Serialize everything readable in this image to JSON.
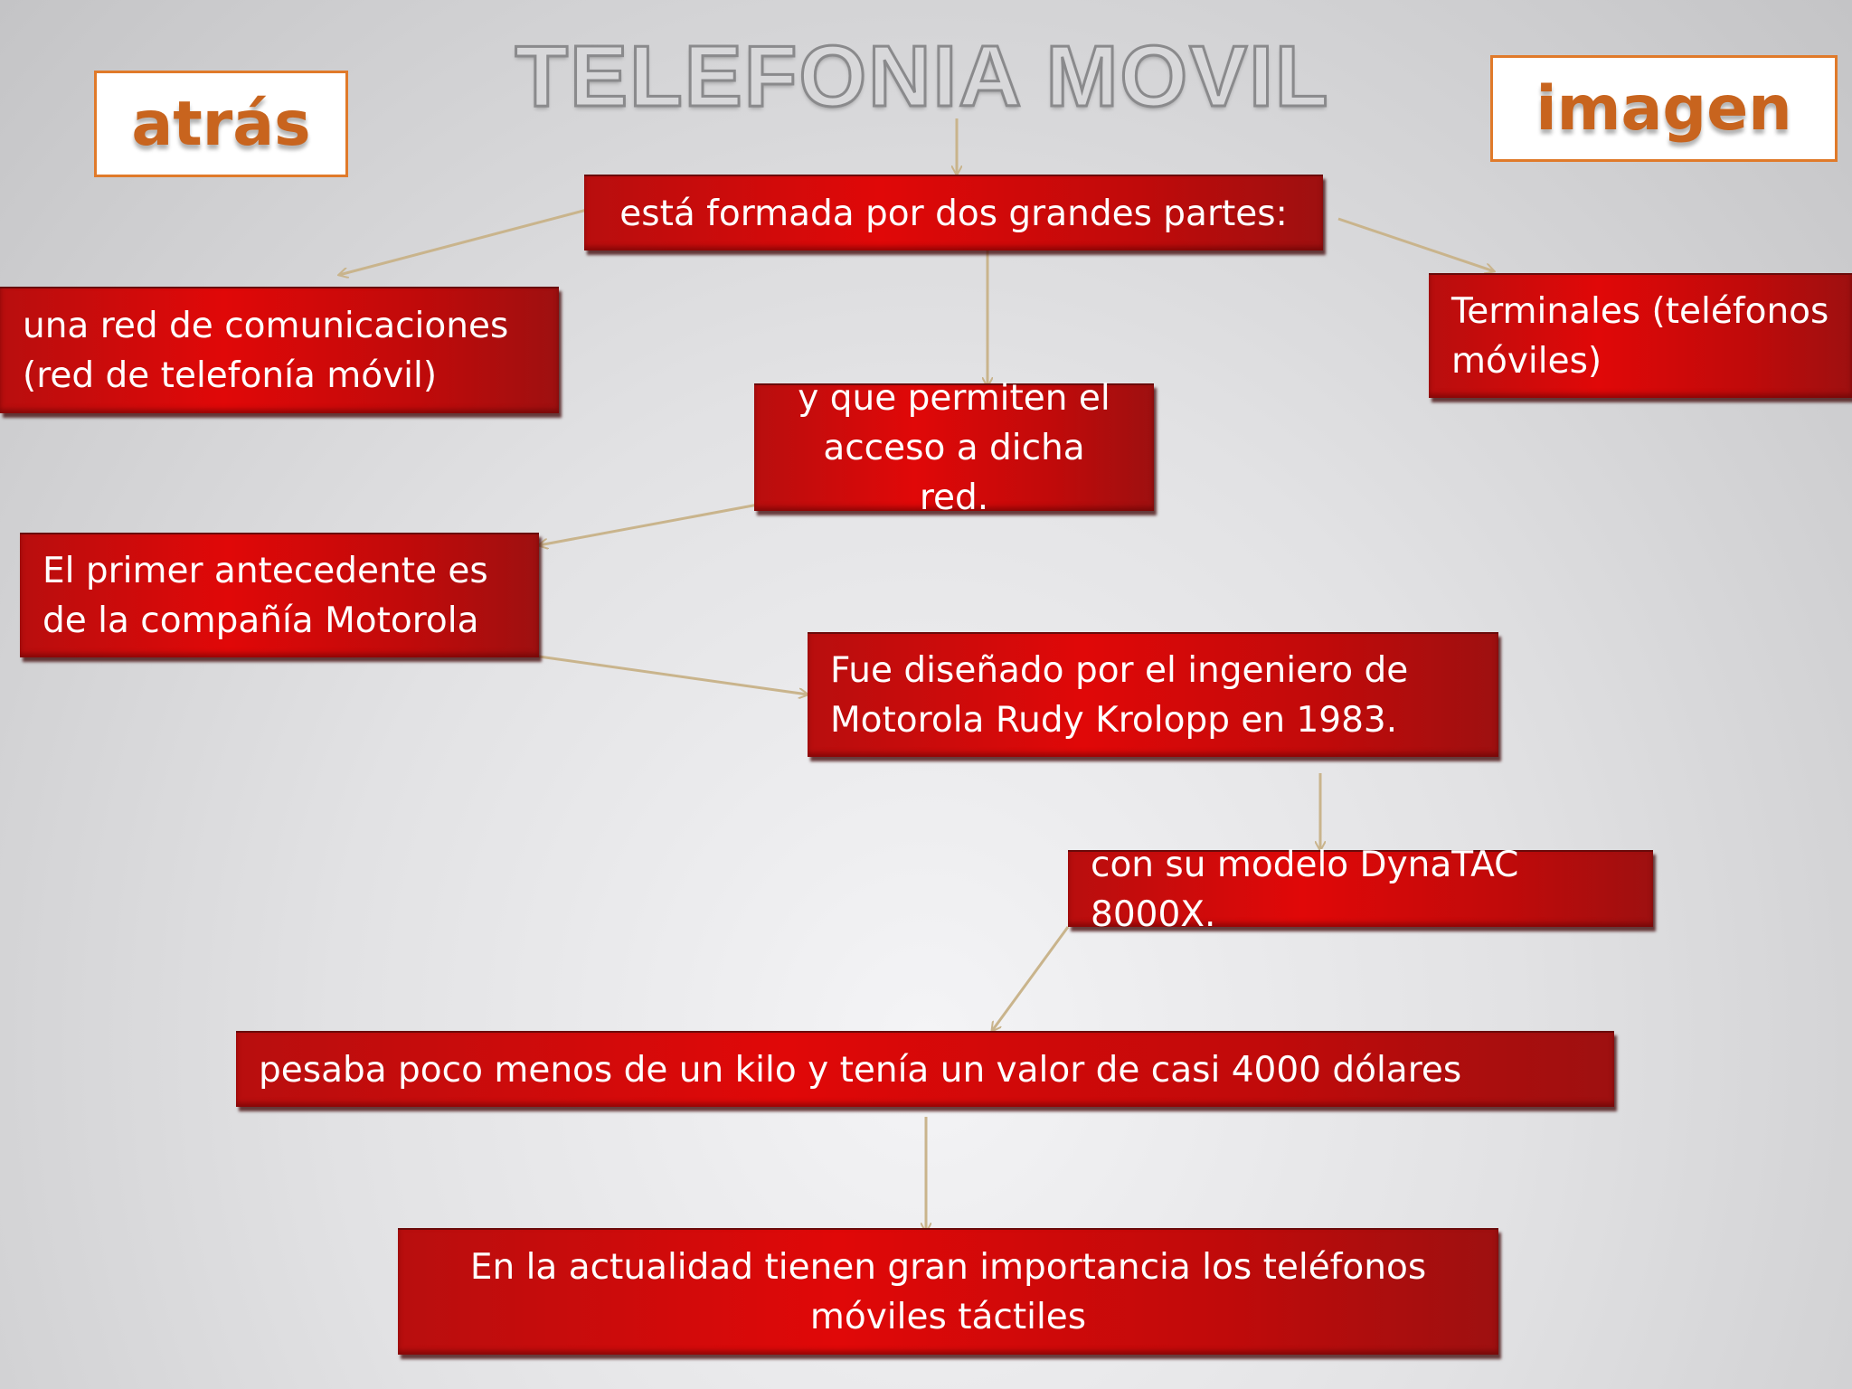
{
  "title": "TELEFONIA MOVIL",
  "nav": {
    "back_label": "atrás",
    "image_label": "imagen"
  },
  "colors": {
    "box_red": "#e00808",
    "nav_border": "#e07a2a",
    "nav_text": "#c8641e",
    "arrow": "#c9b48c"
  },
  "boxes": {
    "root": "está formada por dos grandes partes:",
    "network": "una red de comunicaciones (red de telefonía móvil)",
    "terminals": "Terminales (teléfonos móviles)",
    "access": "y que permiten el acceso a dicha red.",
    "motorola": "El primer antecedente es de la compañía Motorola",
    "designer": "Fue diseñado por el ingeniero de Motorola Rudy Krolopp en 1983.",
    "model": "con su modelo DynaTAC 8000X.",
    "weight_price": "pesaba poco menos de un kilo y tenía un valor de casi 4000 dólares",
    "today": "En la actualidad tienen gran importancia los teléfonos móviles táctiles"
  }
}
